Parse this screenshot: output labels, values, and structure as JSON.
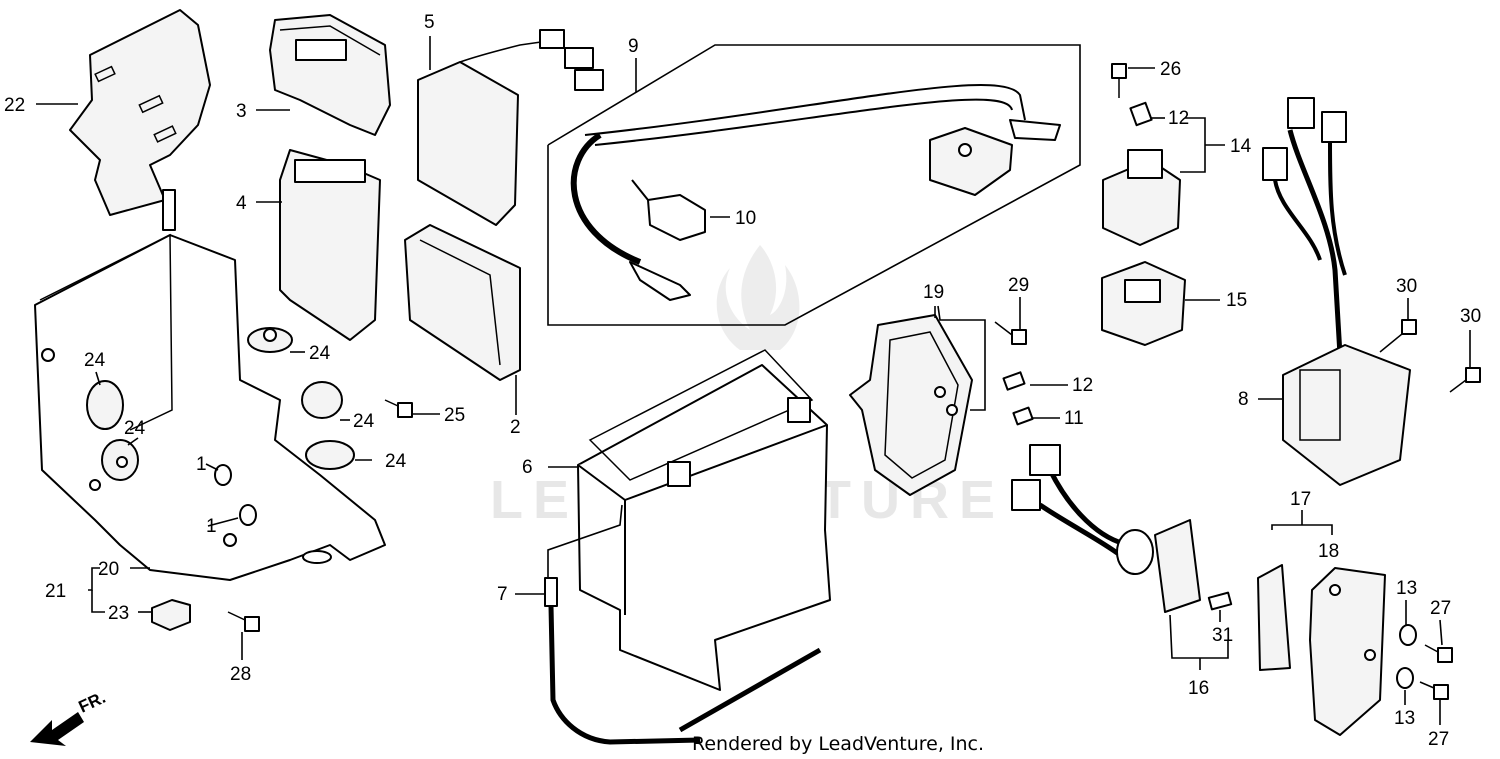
{
  "diagram": {
    "callouts": [
      "1",
      "2",
      "3",
      "4",
      "5",
      "6",
      "7",
      "8",
      "9",
      "10",
      "11",
      "12",
      "13",
      "14",
      "15",
      "16",
      "17",
      "18",
      "19",
      "20",
      "21",
      "22",
      "23",
      "24",
      "25",
      "26",
      "27",
      "28",
      "29",
      "30",
      "31"
    ],
    "front_indicator": "FR.",
    "watermark": "LEADVENTURE",
    "credit": "Rendered by LeadVenture, Inc."
  }
}
